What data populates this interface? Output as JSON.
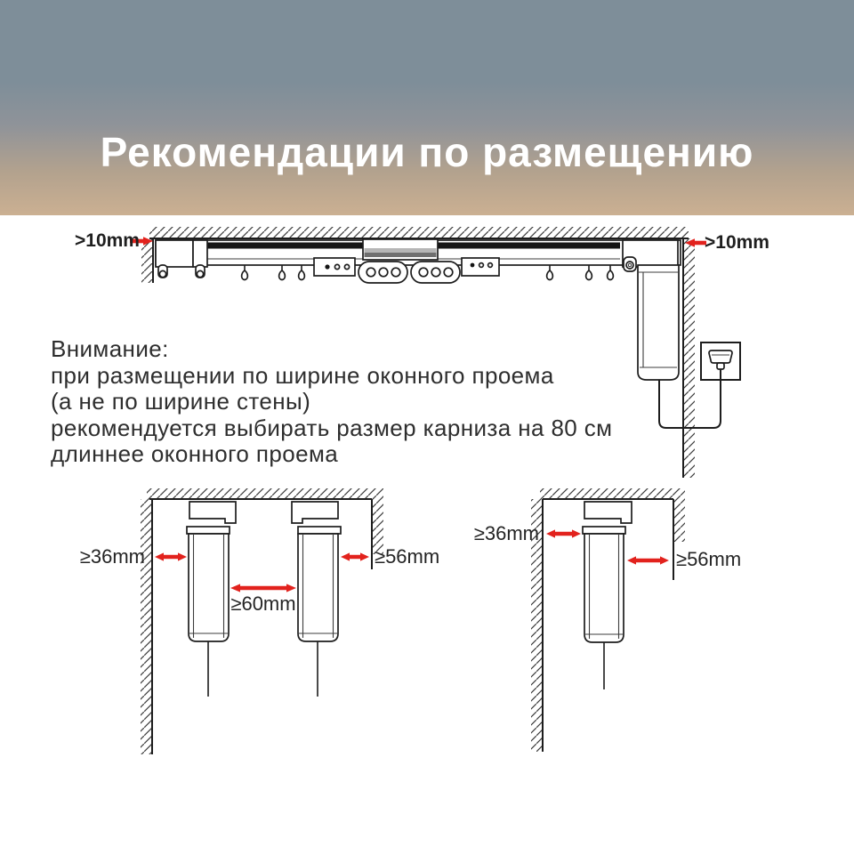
{
  "header": {
    "title": "Рекомендации по размещению"
  },
  "top_diagram": {
    "left_gap_label": ">10mm",
    "right_gap_label": ">10mm"
  },
  "warning": {
    "lines": [
      "Внимание:",
      "при размещении по ширине оконного проема",
      "(а не по ширине стены)",
      "рекомендуется выбирать размер карниза на 80 см",
      "длиннее оконного проема"
    ]
  },
  "bottom_left_diagram": {
    "wall_gap_label": "≥36mm",
    "center_gap_label": "≥60mm",
    "right_gap_label": "≥56mm"
  },
  "bottom_right_diagram": {
    "wall_gap_label": "≥36mm",
    "right_gap_label": "≥56mm"
  },
  "colors": {
    "accent_red": "#e2221d",
    "line": "#1d1d1d",
    "text": "#2e2e2e",
    "header_top": "#7e8e99",
    "header_mid": "#8f9399",
    "header_bottom": "#cbb092",
    "background": "#ffffff"
  }
}
